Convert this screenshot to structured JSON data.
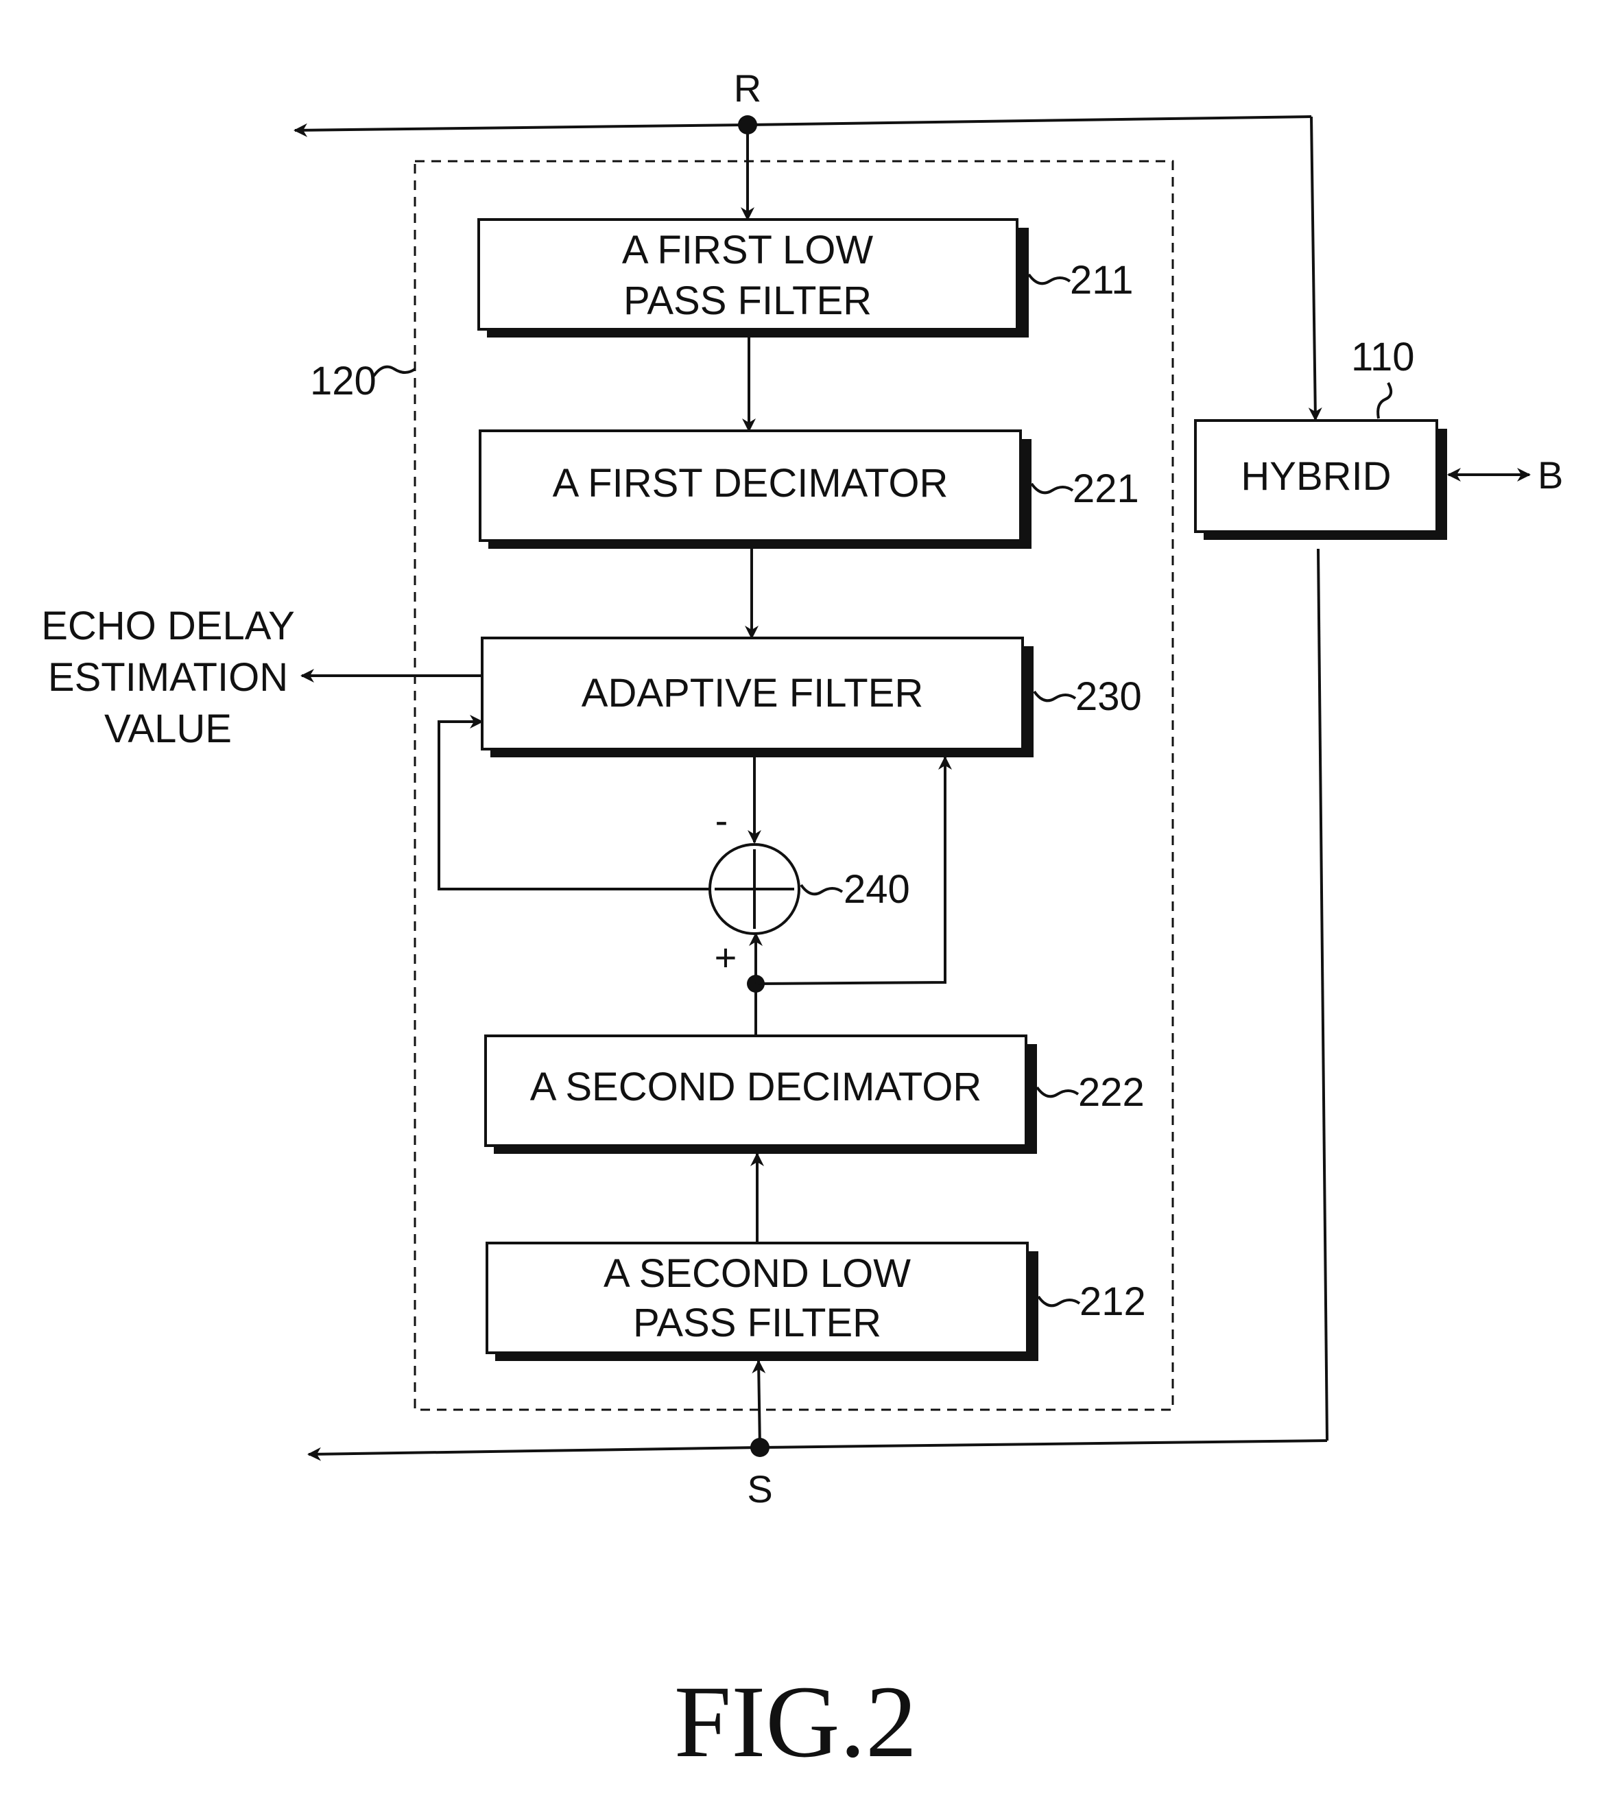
{
  "nodes": {
    "r": "R",
    "s": "S",
    "b": "B",
    "lpf1": [
      "A FIRST LOW",
      "PASS FILTER"
    ],
    "dec1": "A FIRST DECIMATOR",
    "adaptive": "ADAPTIVE FILTER",
    "dec2": "A SECOND DECIMATOR",
    "lpf2": [
      "A SECOND LOW",
      "PASS FILTER"
    ],
    "hybrid": "HYBRID",
    "echo": [
      "ECHO DELAY",
      "ESTIMATION",
      "VALUE"
    ],
    "minus": "-",
    "plus": "+"
  },
  "refs": {
    "n211": "211",
    "n221": "221",
    "n230": "230",
    "n240": "240",
    "n222": "222",
    "n212": "212",
    "n120": "120",
    "n110": "110"
  },
  "figure": "FIG.2"
}
